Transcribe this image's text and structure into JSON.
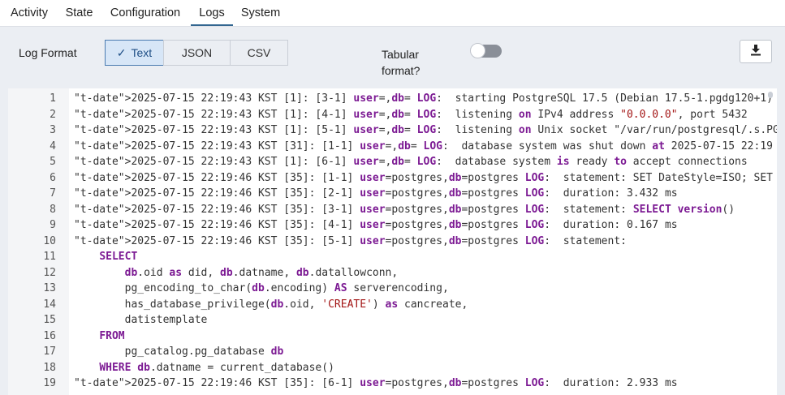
{
  "tabs": [
    {
      "label": "Activity"
    },
    {
      "label": "State"
    },
    {
      "label": "Configuration"
    },
    {
      "label": "Logs"
    },
    {
      "label": "System"
    }
  ],
  "active_tab": "Logs",
  "log_format": {
    "label": "Log Format",
    "options": [
      {
        "label": "Text"
      },
      {
        "label": "JSON"
      },
      {
        "label": "CSV"
      }
    ],
    "selected": "Text"
  },
  "tabular": {
    "label_line1": "Tabular",
    "label_line2": "format?",
    "enabled": false
  },
  "download_icon": "download-icon",
  "colors": {
    "accent": "#326690",
    "timestamp": "#b05a0f",
    "keyword": "#7c1a93",
    "string": "#a31515",
    "text": "#1a3d8f"
  },
  "log_lines": [
    {
      "n": "1",
      "text": "2025-07-15 22:19:43 KST [1]: [3-1] user=,db= LOG:  starting PostgreSQL 17.5 (Debian 17.5-1.pgdg120+1)"
    },
    {
      "n": "2",
      "text": "2025-07-15 22:19:43 KST [1]: [4-1] user=,db= LOG:  listening on IPv4 address \"0.0.0.0\", port 5432"
    },
    {
      "n": "3",
      "text": "2025-07-15 22:19:43 KST [1]: [5-1] user=,db= LOG:  listening on Unix socket \"/var/run/postgresql/.s.PG"
    },
    {
      "n": "4",
      "text": "2025-07-15 22:19:43 KST [31]: [1-1] user=,db= LOG:  database system was shut down at 2025-07-15 22:19"
    },
    {
      "n": "5",
      "text": "2025-07-15 22:19:43 KST [1]: [6-1] user=,db= LOG:  database system is ready to accept connections"
    },
    {
      "n": "6",
      "text": "2025-07-15 22:19:46 KST [35]: [1-1] user=postgres,db=postgres LOG:  statement: SET DateStyle=ISO; SET"
    },
    {
      "n": "7",
      "text": "2025-07-15 22:19:46 KST [35]: [2-1] user=postgres,db=postgres LOG:  duration: 3.432 ms"
    },
    {
      "n": "8",
      "text": "2025-07-15 22:19:46 KST [35]: [3-1] user=postgres,db=postgres LOG:  statement: SELECT version()"
    },
    {
      "n": "9",
      "text": "2025-07-15 22:19:46 KST [35]: [4-1] user=postgres,db=postgres LOG:  duration: 0.167 ms"
    },
    {
      "n": "10",
      "text": "2025-07-15 22:19:46 KST [35]: [5-1] user=postgres,db=postgres LOG:  statement: "
    },
    {
      "n": "11",
      "text": "    SELECT"
    },
    {
      "n": "12",
      "text": "        db.oid as did, db.datname, db.datallowconn,"
    },
    {
      "n": "13",
      "text": "        pg_encoding_to_char(db.encoding) AS serverencoding,"
    },
    {
      "n": "14",
      "text": "        has_database_privilege(db.oid, 'CREATE') as cancreate,"
    },
    {
      "n": "15",
      "text": "        datistemplate"
    },
    {
      "n": "16",
      "text": "    FROM"
    },
    {
      "n": "17",
      "text": "        pg_catalog.pg_database db"
    },
    {
      "n": "18",
      "text": "    WHERE db.datname = current_database()"
    },
    {
      "n": "19",
      "text": "2025-07-15 22:19:46 KST [35]: [6-1] user=postgres,db=postgres LOG:  duration: 2.933 ms"
    }
  ]
}
